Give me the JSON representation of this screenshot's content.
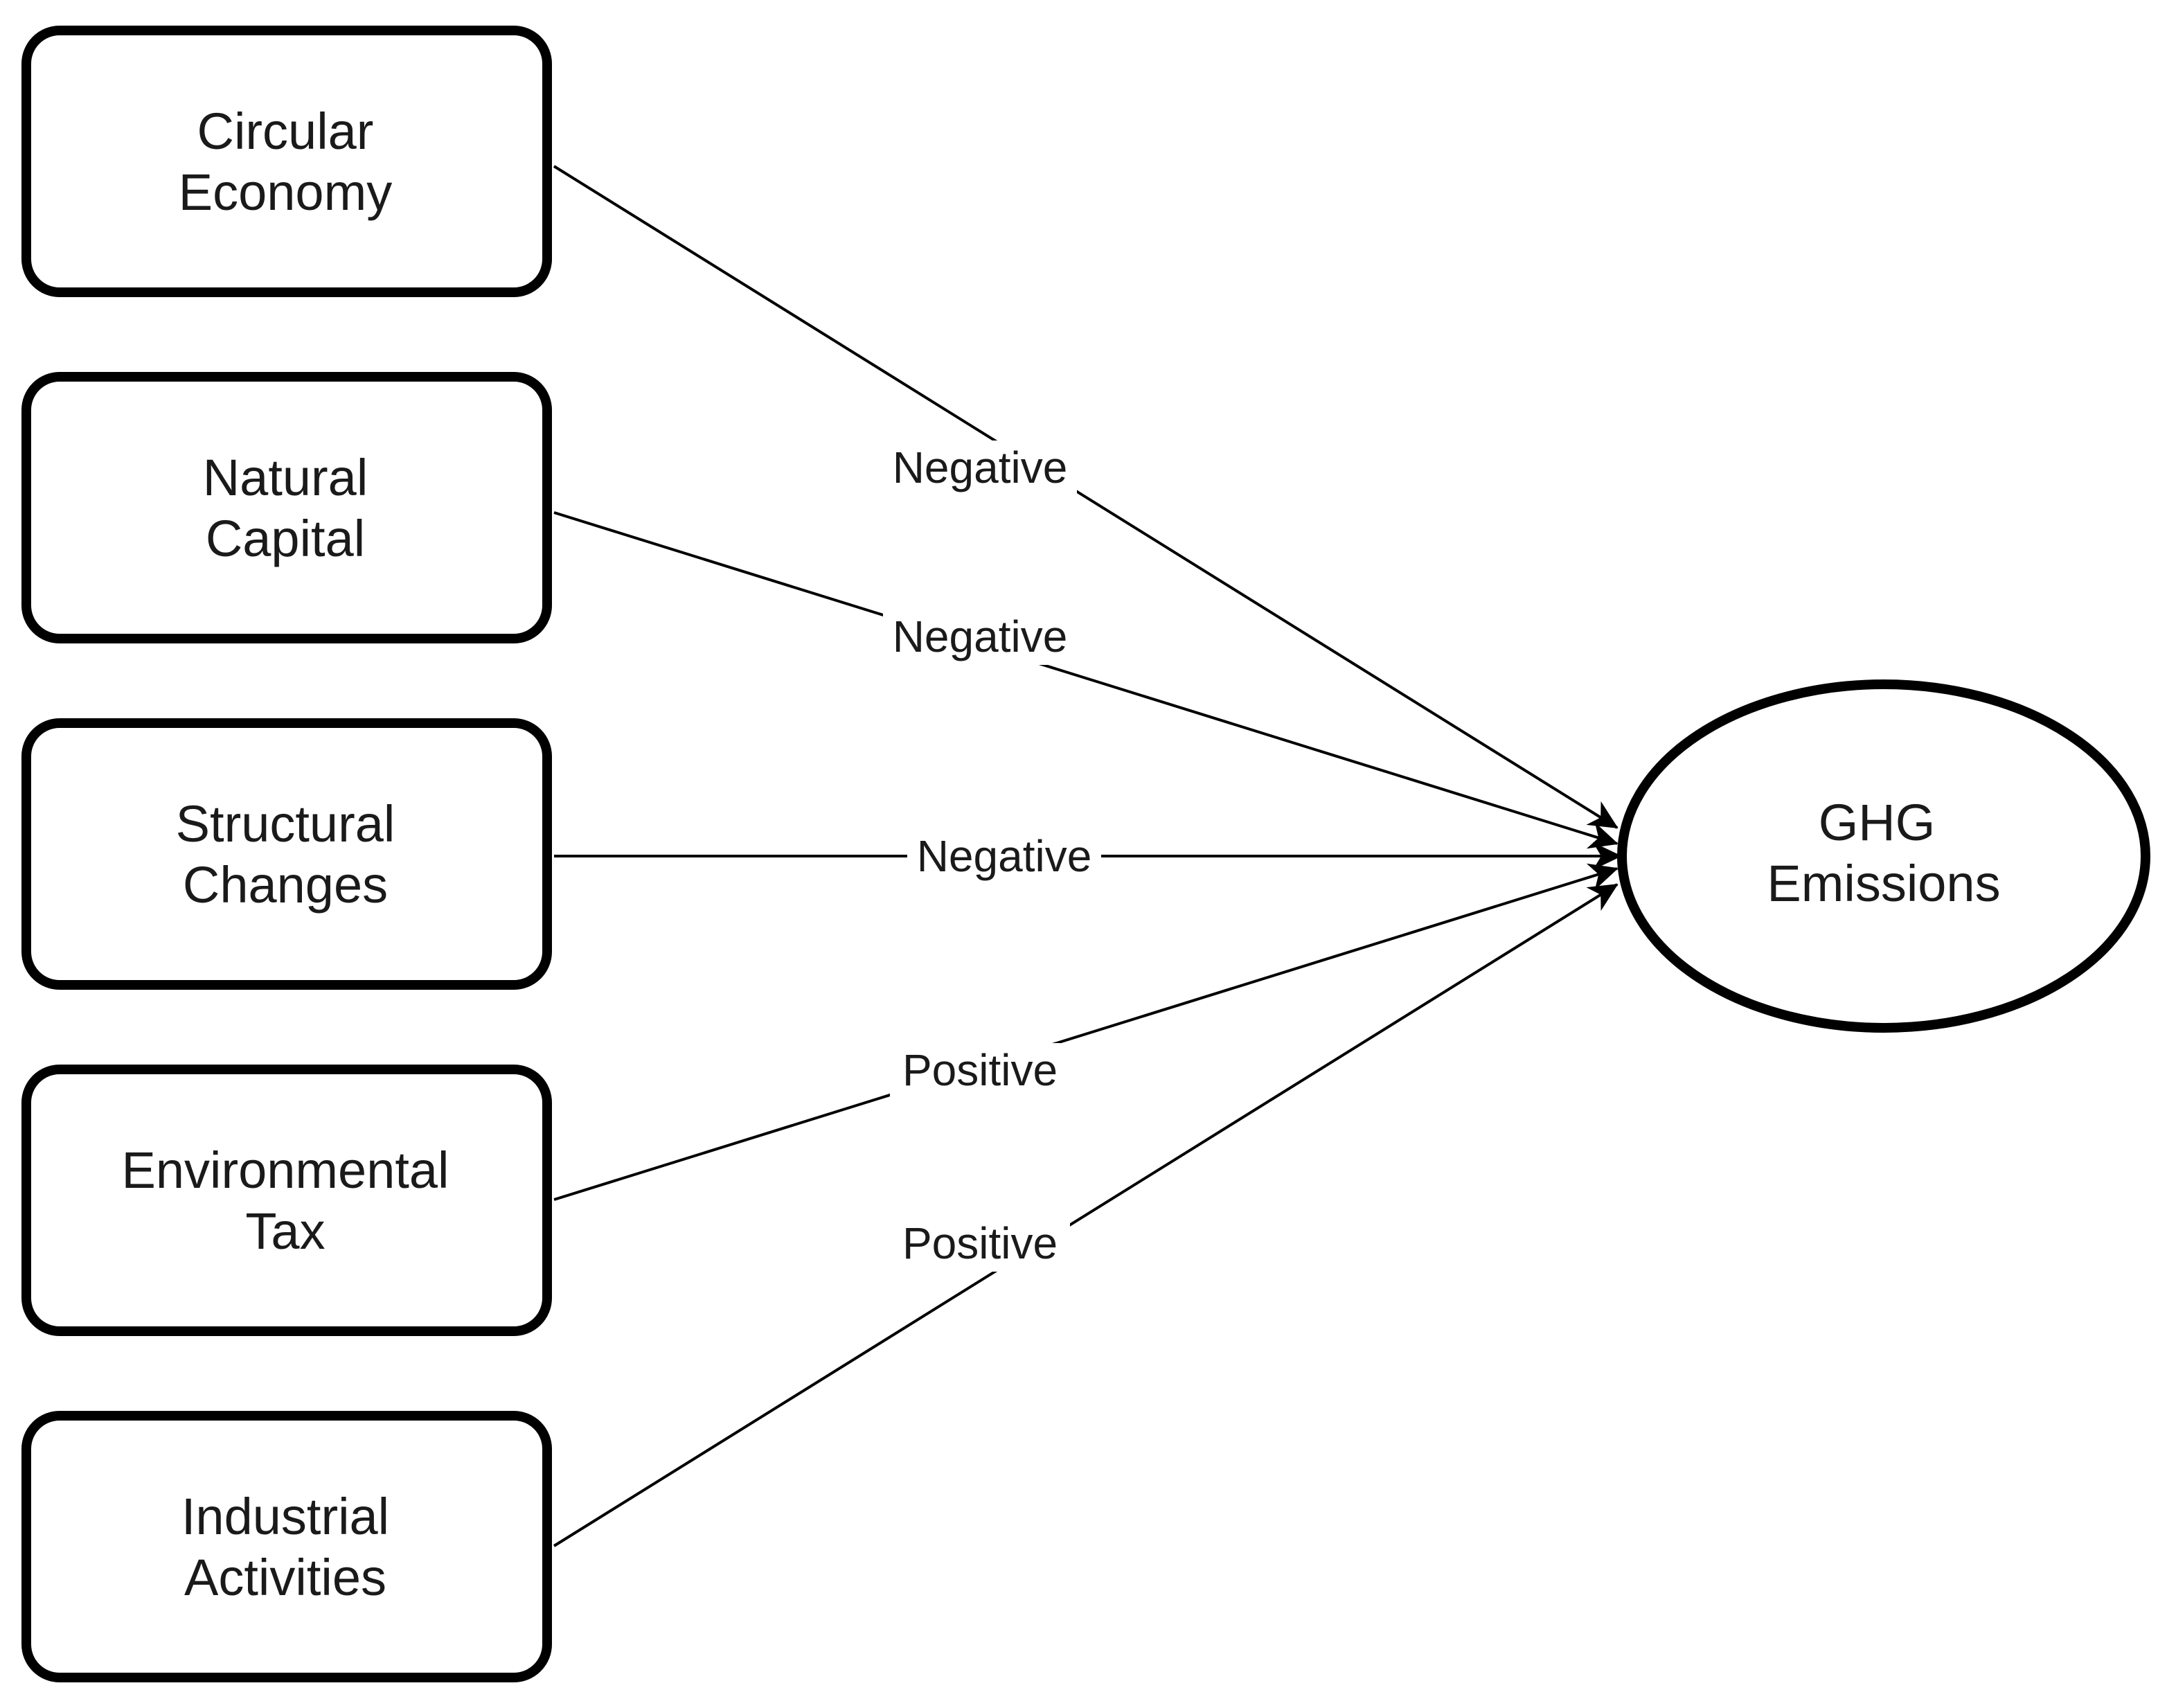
{
  "nodes": {
    "circular_economy": {
      "line1": "Circular",
      "line2": "Economy"
    },
    "natural_capital": {
      "line1": "Natural",
      "line2": "Capital"
    },
    "structural_changes": {
      "line1": "Structural",
      "line2": "Changes"
    },
    "environmental_tax": {
      "line1": "Environmental",
      "line2": "Tax"
    },
    "industrial_activities": {
      "line1": "Industrial",
      "line2": "Activities"
    },
    "ghg_emissions": {
      "line1": "GHG",
      "line2": "Emissions"
    }
  },
  "edges": [
    {
      "from": "Circular Economy",
      "to": "GHG Emissions",
      "label": "Negative"
    },
    {
      "from": "Natural Capital",
      "to": "GHG Emissions",
      "label": "Negative"
    },
    {
      "from": "Structural Changes",
      "to": "GHG Emissions",
      "label": "Negative"
    },
    {
      "from": "Environmental Tax",
      "to": "GHG Emissions",
      "label": "Positive"
    },
    {
      "from": "Industrial Activities",
      "to": "GHG Emissions",
      "label": "Positive"
    }
  ],
  "colors": {
    "stroke": "#000000",
    "background": "#ffffff",
    "text": "#1a1a1a"
  }
}
